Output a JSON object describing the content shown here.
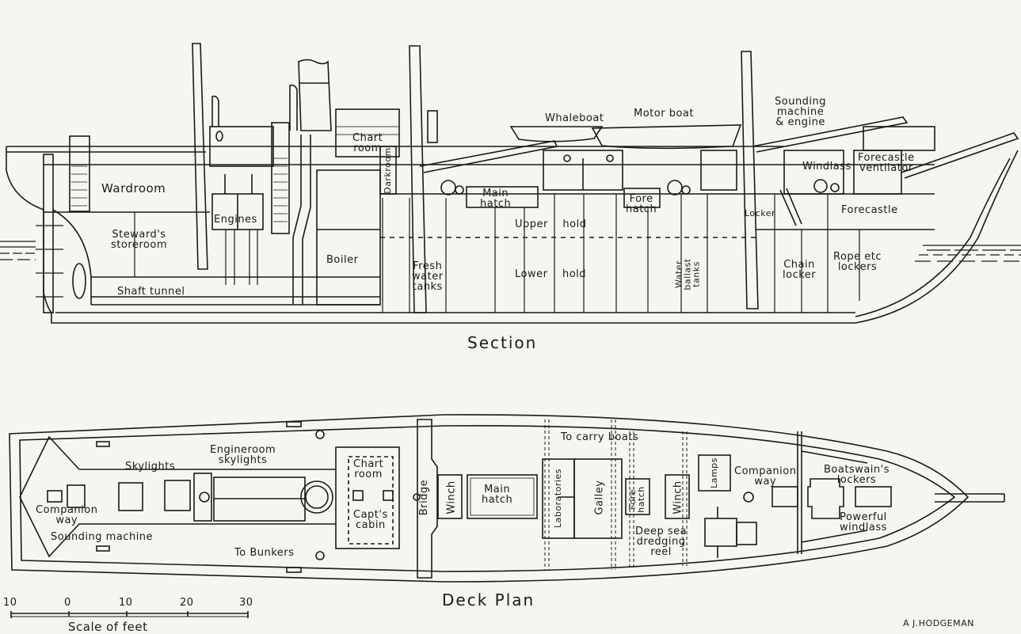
{
  "colors": {
    "paper": "#f7f5f0",
    "ink": "#1a1a1a"
  },
  "section": {
    "title": "Section",
    "labels": {
      "wardroom": "Wardroom",
      "stewards_storeroom": "Steward's\nstoreroom",
      "engines": "Engines",
      "shaft_tunnel": "Shaft tunnel",
      "boiler": "Boiler",
      "chart_room": "Chart\nroom",
      "darkroom": "Darkroom",
      "fresh_water_tanks": "Fresh\nwater\ntanks",
      "main_hatch": "Main\nhatch",
      "upper_hold": "Upper    hold",
      "lower_hold": "Lower    hold",
      "whaleboat": "Whaleboat",
      "motor_boat": "Motor boat",
      "fore_hatch": "Fore\nhatch",
      "water_ballast_tanks": "Water\nballast\ntanks",
      "locker": "Locker",
      "sounding_machine_engine": "Sounding\nmachine\n& engine",
      "windlass": "Windlass",
      "forecastle_ventilator": "Forecastle\nventilator",
      "forecastle": "Forecastle",
      "chain_locker": "Chain\nlocker",
      "rope_lockers": "Rope etc\nlockers"
    }
  },
  "deck_plan": {
    "title": "Deck  Plan",
    "labels": {
      "companion_way_aft": "Companion\nway",
      "sounding_machine": "Sounding machine",
      "skylights": "Skylights",
      "engineroom_skylights": "Engineroom\nskylights",
      "chart_room": "Chart\nroom",
      "capts_cabin": "Capt's\ncabin",
      "to_bunkers": "To Bunkers",
      "bridge": "Bridge",
      "winch_aft": "Winch",
      "main_hatch": "Main\nhatch",
      "to_carry_boats": "To carry  boats",
      "laboratories": "Laboratories",
      "galley": "Galley",
      "fore_hatch": "Fore\nhatch",
      "winch_fore": "Winch",
      "lamps": "Lamps",
      "deep_sea_dredging_reel": "Deep sea\ndredging\nreel",
      "companion_way_fore": "Companion\nway",
      "boatswains_lockers": "Boatswain's\nlockers",
      "powerful_windlass": "Powerful\nwindlass"
    }
  },
  "scale": {
    "caption": "Scale  of  feet",
    "ticks": [
      "10",
      "0",
      "10",
      "20",
      "30"
    ]
  },
  "credit": "A J.HODGEMAN"
}
